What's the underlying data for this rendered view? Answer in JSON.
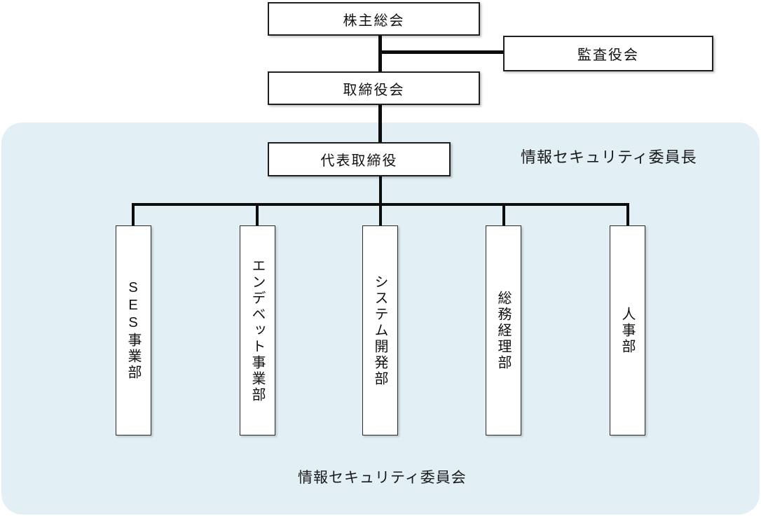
{
  "diagram": {
    "nodes": {
      "shareholders": "株主総会",
      "audit_board": "監査役会",
      "board_of_directors": "取締役会",
      "representative_director": "代表取締役"
    },
    "departments": [
      {
        "label": "SES事業部"
      },
      {
        "label": "エンデベット事業部"
      },
      {
        "label": "システム開発部"
      },
      {
        "label": "総務経理部"
      },
      {
        "label": "人事部"
      }
    ],
    "annotations": {
      "chairman_label": "情報セキュリティ委員長",
      "committee_label": "情報セキュリティ委員会"
    },
    "colors": {
      "committee_region_fill": "#E2EFF5",
      "connector_line": "#0D0D0D",
      "node_fill": "#FFFFFF",
      "node_border": "#1F1F1F",
      "text": "#111111"
    }
  }
}
